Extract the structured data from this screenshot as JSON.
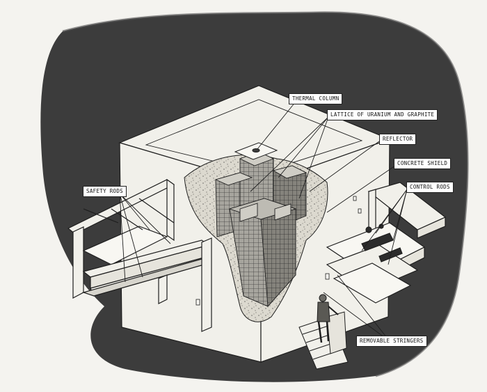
{
  "labels": {
    "thermal_column": "THERMAL COLUMN",
    "lattice": "LATTICE OF URANIUM AND GRAPHITE",
    "reflector": "REFLECTOR",
    "concrete_shield": "CONCRETE SHIELD",
    "control_rods": "CONTROL RODS",
    "safety_rods": "SAFETY RODS",
    "removable_stringers": "REMOVABLE STRINGERS"
  },
  "colors": {
    "background_blob": "#3c3c3c",
    "structure_fill": "#f1f0ea",
    "line": "#1e1e1e",
    "concrete": "#d9d6cc",
    "graphite": "#9a9891"
  }
}
